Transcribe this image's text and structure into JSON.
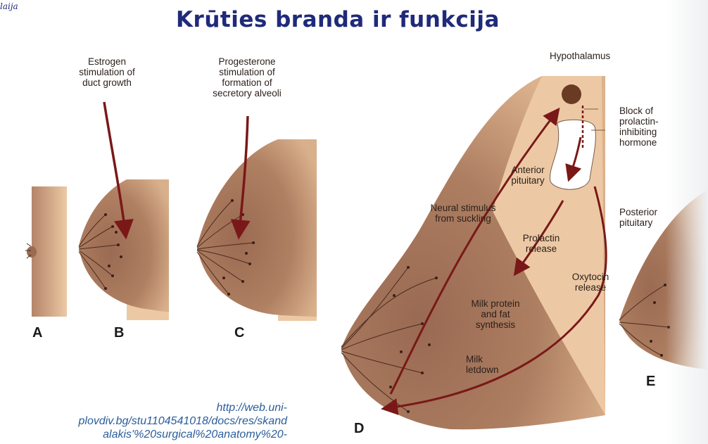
{
  "title": "Krūties branda ir funkcija",
  "logo_text": "laija",
  "labels": {
    "estrogen": "Estrogen\nstimulation of\nduct growth",
    "progesterone": "Progesterone\nstimulation of\nformation of\nsecretory alveoli",
    "hypothalamus": "Hypothalamus",
    "block": "Block of\nprolactin-\ninhibiting\nhormone",
    "anterior_pituitary": "Anterior\npituitary",
    "posterior_pituitary": "Posterior\npituitary",
    "neural_stimulus": "Neural stimulus\nfrom suckling",
    "prolactin_release": "Prolactin\nrelease",
    "oxytocin_release": "Oxytocin\nrelease",
    "milk_protein": "Milk protein\nand fat\nsynthesis",
    "milk_letdown": "Milk\nletdown"
  },
  "panels": [
    "A",
    "B",
    "C",
    "D",
    "E"
  ],
  "source_link": "http://web.uni-\nplovdiv.bg/stu1104541018/docs/res/skand\nalakis'%20surgical%20anatomy%20-",
  "colors": {
    "title": "#1f2a7a",
    "skin_light": "#ecc9a4",
    "skin_dark": "#a06e55",
    "arrow": "#7a1818",
    "duct": "#4a2a20",
    "link": "#2a5d9a"
  }
}
